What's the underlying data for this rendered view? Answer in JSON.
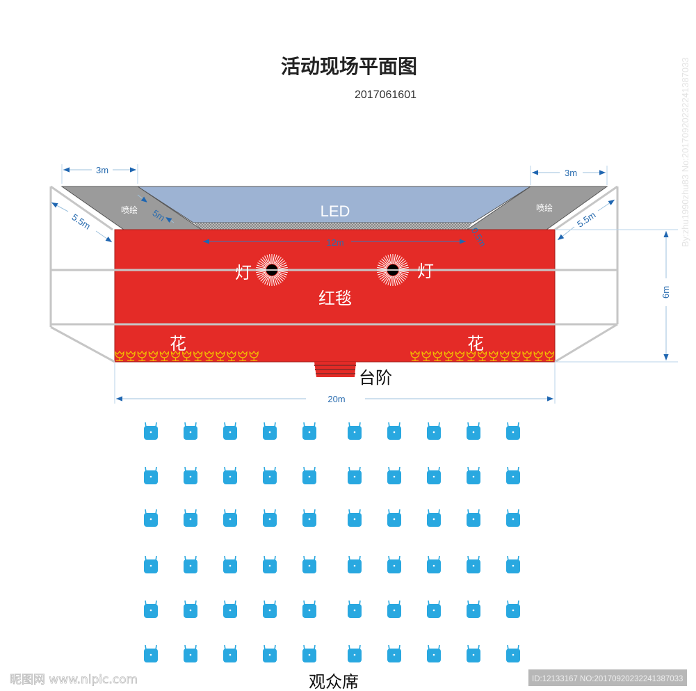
{
  "title": "活动现场平面图",
  "code": "2017061601",
  "stage": {
    "led_label": "LED",
    "side_print_label": "喷绘",
    "carpet_label": "红毯",
    "light_label": "灯",
    "flower_label": "花",
    "steps_label": "台阶",
    "audience_label": "观众席"
  },
  "dimensions": {
    "side_width": "3m",
    "side_depth": "5.5m",
    "print_depth": "5m",
    "led_width": "12m",
    "led_gap": "0.5m",
    "stage_height": "6m",
    "stage_width": "20m"
  },
  "seating": {
    "rows": 6,
    "columns": 10
  },
  "colors": {
    "carpet": "#e42b27",
    "led": "#9db3d3",
    "print": "#9b9b9b",
    "seat": "#29a8e0",
    "dim": "#2a6db0",
    "flower": "#f2c200"
  },
  "watermarks": {
    "side": "By:zhu1990zhu83 No:20170920232241387033",
    "logo": "昵图网 www.nipic.com",
    "id": "ID:12133167 NO:20170920232241387033"
  }
}
